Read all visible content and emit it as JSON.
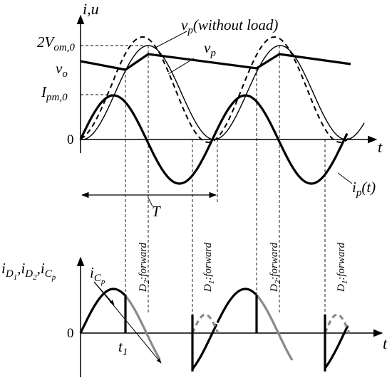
{
  "top_plot": {
    "y_axis_label": "i,u",
    "x_axis_label": "t",
    "origin_label": "0",
    "tick_2Vom": {
      "main": "2V",
      "sub": "om,0"
    },
    "tick_vo": {
      "main": "v",
      "sub": "o"
    },
    "tick_Ipm": {
      "main": "I",
      "sub": "pm,0"
    },
    "label_vp_no_load": {
      "main": "v",
      "sub": "p",
      "rest": "(without load)"
    },
    "label_vp": {
      "main": "v",
      "sub": "p"
    },
    "label_ip": {
      "main": "i",
      "sub": "p",
      "rest": "(t)"
    },
    "period_label": "T"
  },
  "bottom_plot": {
    "y_axis_label": {
      "parts": [
        {
          "main": "i",
          "sub": "D",
          "subsub": "1"
        },
        {
          "main": "i",
          "sub": "D",
          "subsub": "2"
        },
        {
          "main": "i",
          "sub": "C",
          "subsub": "p"
        }
      ],
      "separator": ","
    },
    "origin_label": "0",
    "x_axis_label": "t",
    "label_iCp": {
      "main": "i",
      "sub": "C",
      "subsub": "p"
    },
    "label_t1": {
      "main": "t",
      "sub": "1"
    },
    "forward_labels": [
      {
        "diode": "D",
        "sub": "2",
        "text": ":forward"
      },
      {
        "diode": "D",
        "sub": "1",
        "text": ":forward"
      },
      {
        "diode": "D",
        "sub": "2",
        "text": ":forward"
      },
      {
        "diode": "D",
        "sub": "1",
        "text": ":forward"
      }
    ]
  },
  "colors": {
    "ink": "#000000",
    "diode_current": "#8a8a8a",
    "background": "#ffffff"
  }
}
